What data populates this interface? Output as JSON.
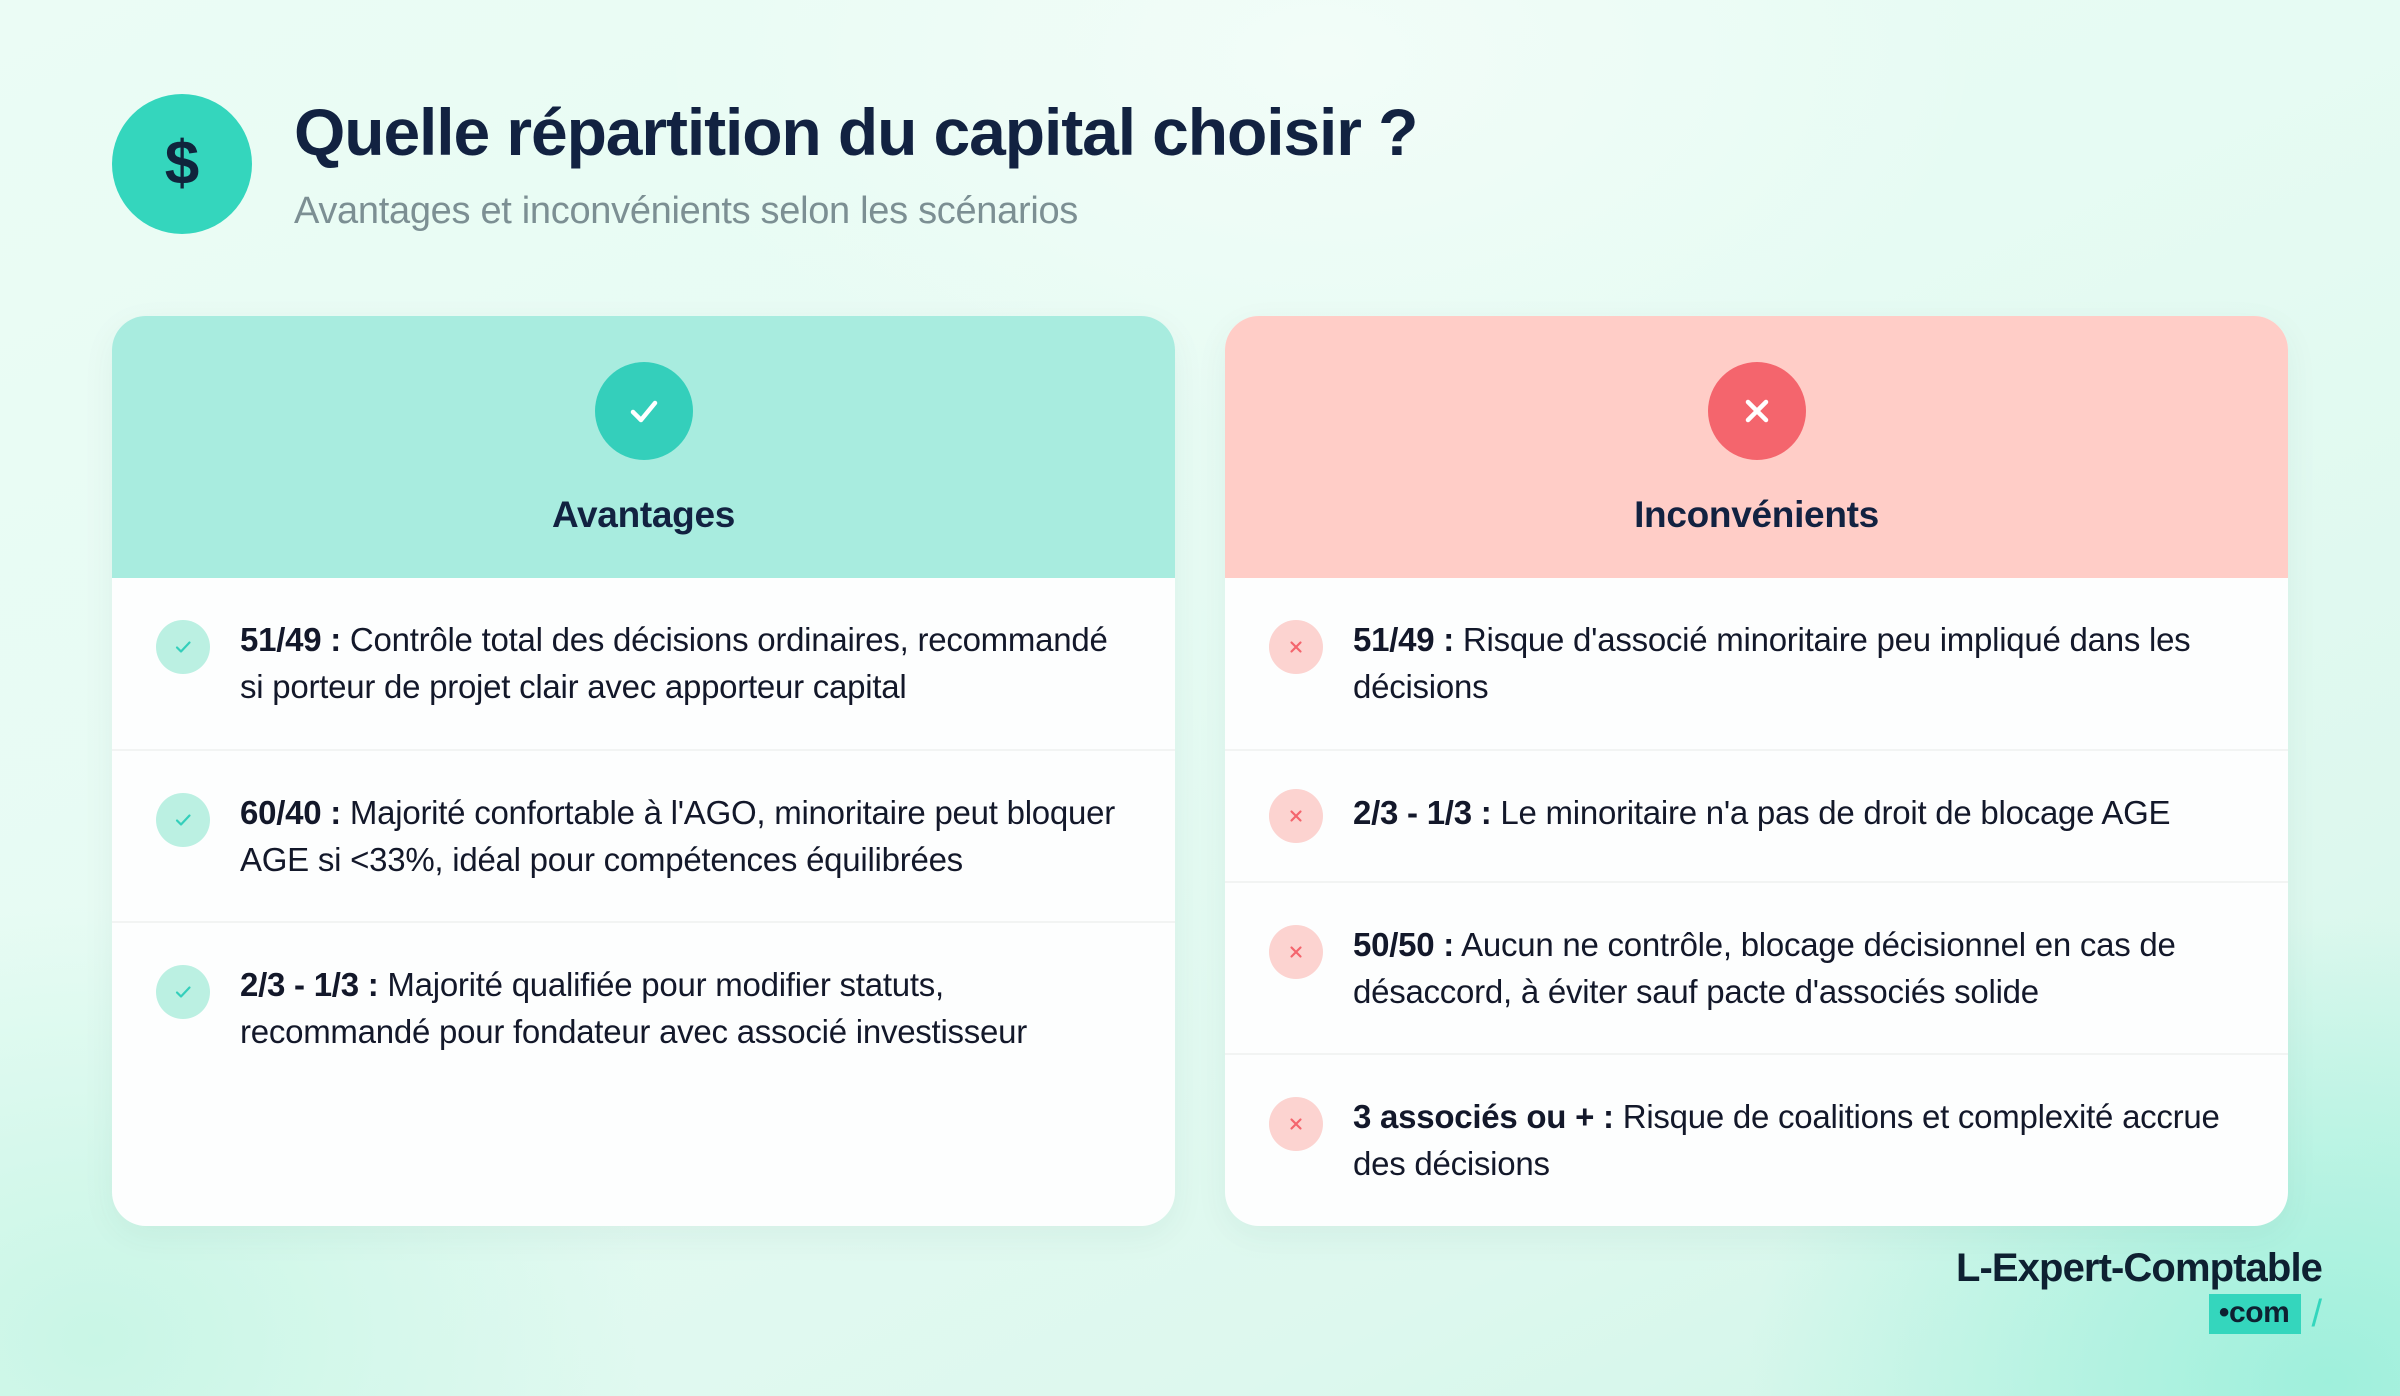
{
  "header": {
    "badge_icon": "dollar-icon",
    "badge_glyph": "$",
    "title": "Quelle répartition du capital choisir ?",
    "subtitle": "Avantages et inconvénients selon les scénarios"
  },
  "colors": {
    "accent_teal": "#34d6bd",
    "pros_header_bg": "#a8ecdf",
    "pros_icon_bg": "#34cfbb",
    "pros_badge_bg": "#bbf0e2",
    "cons_header_bg": "#ffcdc7",
    "cons_icon_bg": "#f4656d",
    "cons_badge_bg": "#fcd3d0",
    "title_navy": "#122241",
    "subtitle_gray": "#7c8f93",
    "card_bg": "#fdfefe"
  },
  "cards": {
    "pros": {
      "icon": "check-circle-icon",
      "title": "Avantages",
      "items": [
        {
          "lead": "51/49 :",
          "text": " Contrôle total des décisions ordinaires, recommandé si porteur de projet clair avec apporteur capital"
        },
        {
          "lead": "60/40 :",
          "text": " Majorité confortable à l'AGO, minoritaire peut bloquer AGE si <33%, idéal pour compétences équilibrées"
        },
        {
          "lead": "2/3 - 1/3 :",
          "text": " Majorité qualifiée pour modifier statuts, recommandé pour fondateur avec associé investisseur"
        }
      ]
    },
    "cons": {
      "icon": "close-circle-icon",
      "title": "Inconvénients",
      "items": [
        {
          "lead": "51/49 :",
          "text": " Risque d'associé minoritaire peu impliqué dans les décisions"
        },
        {
          "lead": "2/3 - 1/3 :",
          "text": " Le minoritaire n'a pas de droit de blocage AGE"
        },
        {
          "lead": "50/50 :",
          "text": " Aucun ne contrôle, blocage décisionnel en cas de désaccord, à éviter sauf pacte d'associés solide"
        },
        {
          "lead": "3 associés ou + :",
          "text": " Risque de coalitions et complexité accrue des décisions"
        }
      ]
    }
  },
  "logo": {
    "main": "L-Expert-Comptable",
    "com": "•com",
    "slash": "/"
  }
}
